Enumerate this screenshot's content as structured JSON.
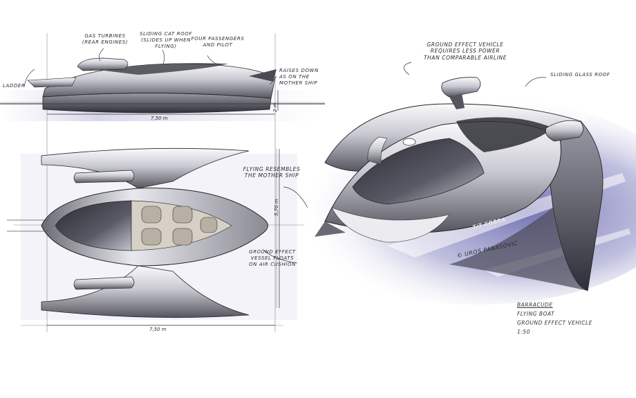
{
  "notes": {
    "gas_turbines": "Gas turbines\n(rear engines)",
    "sliding_cat_roof": "Sliding cat roof (slides up when flying)",
    "four_passengers": "Four passengers and pilot",
    "ladder": "Ladder",
    "raises_down": "Raises down as on the mother ship",
    "ground_effect_vehicle": "Ground effect vehicle\nrequires less power\nthan comparable airline",
    "sliding_glass_roof": "Sliding glass roof",
    "flying_resembles": "Flying resembles\nthe mother ship",
    "ground_effect_vessel": "Ground effect\nvessel floats\non air cushion"
  },
  "dimensions": {
    "side_length": "7,50 m",
    "top_length": "7,50 m",
    "side_height": "2 m",
    "top_width": "5,70 m"
  },
  "hull_name": "T/T COBRA",
  "signature": "© UROS PANASOVIC",
  "title_block": {
    "line1": "Barracude",
    "line2": "Flying boat",
    "line3": "Ground effect vehicle",
    "line4": "1:50"
  },
  "colors": {
    "paper": "#ffffff",
    "water_violet": "#6f6fb0",
    "ink": "#2a2a30",
    "metal_light": "#eeeeF2",
    "metal_dark": "#3a3a44"
  }
}
